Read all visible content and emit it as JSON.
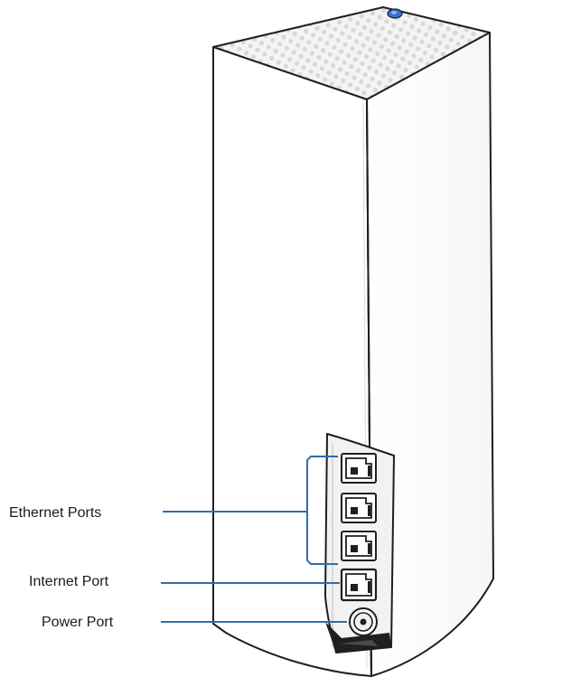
{
  "labels": {
    "ethernet_ports": "Ethernet Ports",
    "internet_port": "Internet Port",
    "power_port": "Power Port"
  },
  "colors": {
    "callout_line": "#2f6fa8",
    "status_light": "#3a6fd0",
    "outline": "#1f1f1f",
    "device_body": "#ffffff",
    "vent_top": "#ececec",
    "port_recess": "#e8e8e8"
  },
  "icons": {
    "status_light": "status-light-icon",
    "ethernet_port": "ethernet-port-icon",
    "power_jack": "power-jack-icon"
  },
  "ports": {
    "ethernet_count": 3,
    "internet_count": 1,
    "power_count": 1
  }
}
